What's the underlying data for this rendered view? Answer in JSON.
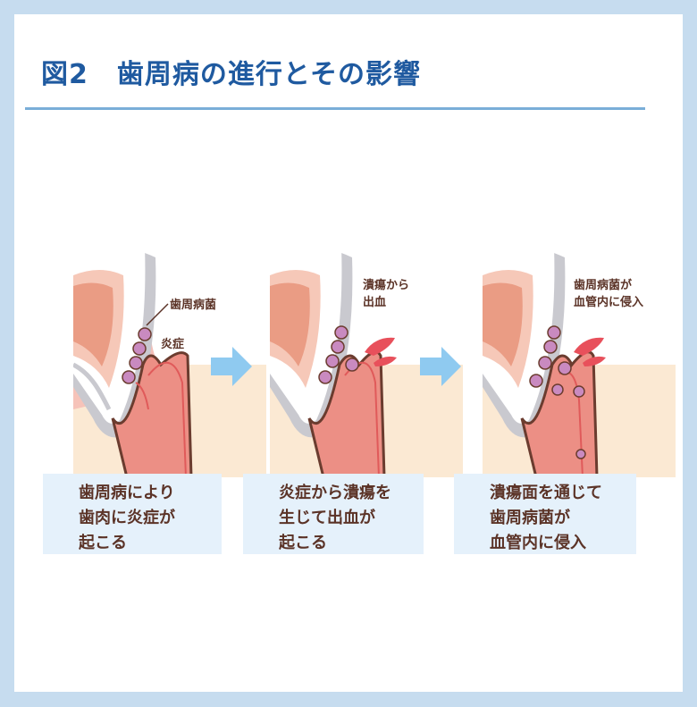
{
  "title": {
    "figure_number": "図2",
    "text": "歯周病の進行とその影響"
  },
  "colors": {
    "title": "#1f5aa0",
    "rule": "#7aaed8",
    "caption_bg": "#e5f1fb",
    "label_text": "#5b3327",
    "arrow": "#8fcaf0",
    "bacteria": "#c98ac0",
    "blood": "#e8505b"
  },
  "stages": [
    {
      "labels": [
        "歯周病菌",
        "炎症"
      ],
      "caption": [
        "歯周病により",
        "歯肉に炎症が",
        "起こる"
      ]
    },
    {
      "labels": [
        "潰瘍から",
        "出血"
      ],
      "caption": [
        "炎症から潰瘍を",
        "生じて出血が",
        "起こる"
      ]
    },
    {
      "labels": [
        "歯周病菌が",
        "血管内に侵入"
      ],
      "caption": [
        "潰瘍面を通じて",
        "歯周病菌が",
        "血管内に侵入"
      ]
    }
  ],
  "icons": {
    "stage_arrow": "right-arrow-icon",
    "bacteria": "bacteria-icon",
    "blood_drop": "blood-drop-icon"
  }
}
